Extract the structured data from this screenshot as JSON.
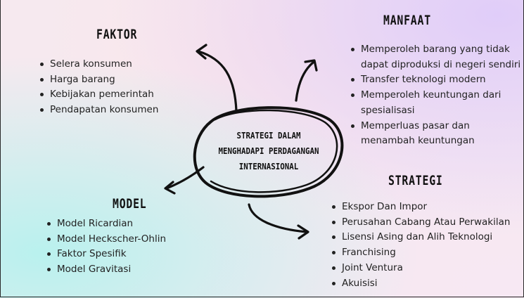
{
  "center": {
    "lines": [
      "STRATEGI DALAM",
      "MENGHADAPI PERDAGANGAN",
      "INTERNASIONAL"
    ]
  },
  "faktor": {
    "title": "FAKTOR",
    "items": [
      "Selera konsumen",
      "Harga barang",
      "Kebijakan pemerintah",
      "Pendapatan konsumen"
    ]
  },
  "manfaat": {
    "title": "MANFAAT",
    "items": [
      {
        "lines": [
          "Memperoleh barang yang tidak",
          "dapat diproduksi di negeri sendiri"
        ]
      },
      {
        "lines": [
          "Transfer teknologi modern"
        ]
      },
      {
        "lines": [
          "Memperoleh keuntungan dari",
          "spesialisasi"
        ]
      },
      {
        "lines": [
          "Memperluas pasar dan",
          "menambah keuntungan"
        ]
      }
    ]
  },
  "model": {
    "title": "MODEL",
    "items": [
      "Model Ricardian",
      "Model Heckscher-Ohlin",
      "Faktor Spesifik",
      "Model Gravitasi"
    ]
  },
  "strategi": {
    "title": "STRATEGI",
    "items": [
      "Ekspor Dan Impor",
      "Perusahan Cabang Atau Perwakilan",
      "Lisensi Asing dan Alih Teknologi",
      "Franchising",
      "Joint Ventura",
      "Akuisisi"
    ]
  },
  "colors": {
    "ink": "#111111",
    "text": "#222222"
  }
}
